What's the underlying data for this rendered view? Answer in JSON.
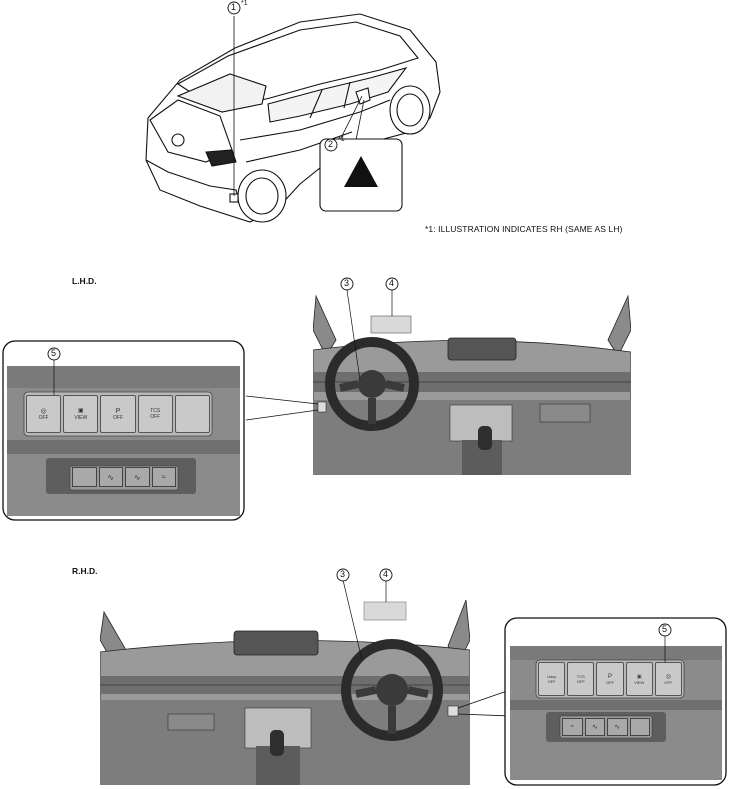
{
  "callouts": {
    "c1": "1",
    "c2": "2",
    "c3_lhd": "3",
    "c4_lhd": "4",
    "c5_lhd": "5",
    "c3_rhd": "3",
    "c4_rhd": "4",
    "c5_rhd": "5",
    "star1": "*1",
    "star2": "*1"
  },
  "note": "*1: ILLUSTRATION INDICATES RH (SAME AS LH)",
  "sections": {
    "lhd": "L.H.D.",
    "rhd": "R.H.D."
  },
  "lhd_switches": {
    "top": [
      {
        "icon": "hill-descent-icon",
        "line1": "OFF"
      },
      {
        "icon": "camera-icon",
        "line1": "VIEW"
      },
      {
        "icon": "parking-sensor-icon",
        "line0": "P",
        "line1": "OFF"
      },
      {
        "icon": "tcs-icon",
        "line0": "TCS",
        "line1": "OFF"
      },
      {
        "icon": "blank-icon",
        "line1": ""
      }
    ]
  },
  "rhd_switches": {
    "top": [
      {
        "icon": "istop-icon",
        "line0": "i-stop",
        "line1": "OFF"
      },
      {
        "icon": "tcs-icon",
        "line0": "TCS",
        "line1": "OFF"
      },
      {
        "icon": "parking-sensor-icon",
        "line0": "P",
        "line1": "OFF"
      },
      {
        "icon": "camera-icon",
        "line1": "VIEW"
      },
      {
        "icon": "hill-descent-icon",
        "line1": "OFF"
      }
    ]
  },
  "colors": {
    "interior_gray": "#8c8c8c",
    "dark_gray": "#4a4a4a",
    "line": "#111111",
    "highlight": "#d7d7d7"
  }
}
